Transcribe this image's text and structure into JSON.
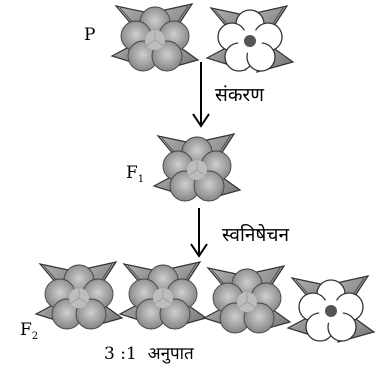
{
  "parents": {
    "label": "P"
  },
  "first_generation": {
    "label": "F",
    "subscript": "1"
  },
  "second_generation": {
    "label": "F",
    "subscript": "2"
  },
  "steps": {
    "cross": "संकरण",
    "selfing": "स्वनिषेचन"
  },
  "result": {
    "ratio": "3 :1",
    "ratio_word": "अनुपात"
  },
  "colors": {
    "dominant_petal": "#a9a9a9",
    "recessive_petal": "#ffffff",
    "leaf": "#8f8f8f",
    "outline": "#333333"
  }
}
